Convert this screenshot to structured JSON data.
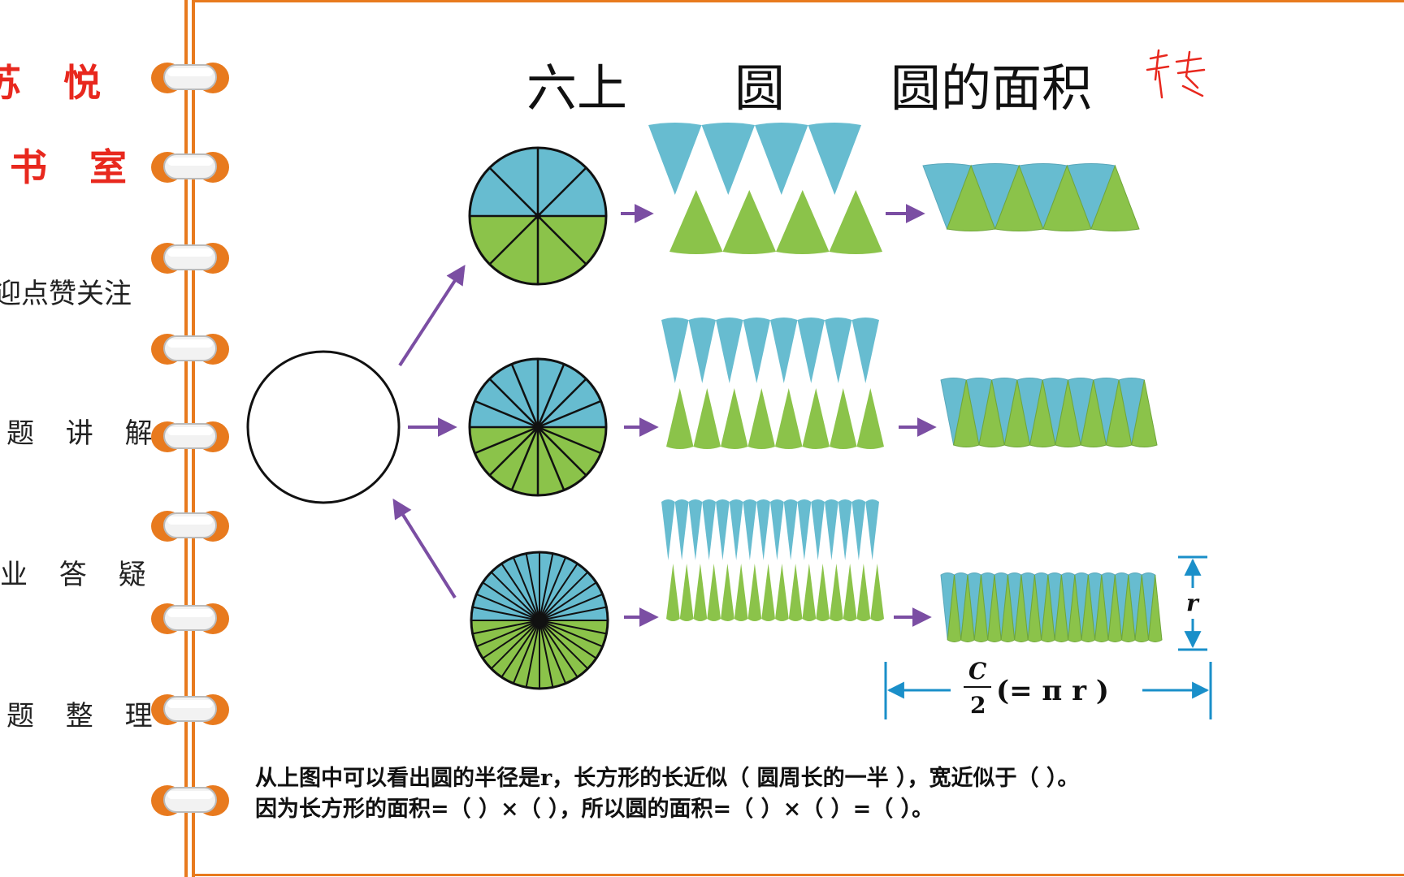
{
  "sidebar": {
    "brand_line1": "苏 悦",
    "brand_line2": "书 室",
    "menu": [
      "迎点赞关注",
      "题 讲 解",
      "业 答 疑",
      "题 整 理"
    ]
  },
  "header": {
    "title_part1": "六上",
    "title_part2": "圆",
    "title_part3": "圆的面积",
    "handwritten_note": "转"
  },
  "diagram": {
    "rect_height_label": "r",
    "rect_length_numerator": "C",
    "rect_length_denominator": "2",
    "rect_length_paren": "(= π r )",
    "sector_counts": [
      8,
      16,
      32
    ]
  },
  "text": {
    "line1": "从上图中可以看出圆的半径是r，长方形的长近似（ 圆周长的一半 ），宽近似于（            ）。",
    "line2": "因为长方形的面积=（   ）×（   ），所以圆的面积=（    ）×（    ）=（    ）。"
  },
  "colors": {
    "frame": "#e87a1e",
    "brand": "#e8281e",
    "blue": "#67bcd0",
    "green": "#8bc34a",
    "arrow": "#7b4ea3",
    "dimension": "#1a8fc9"
  }
}
